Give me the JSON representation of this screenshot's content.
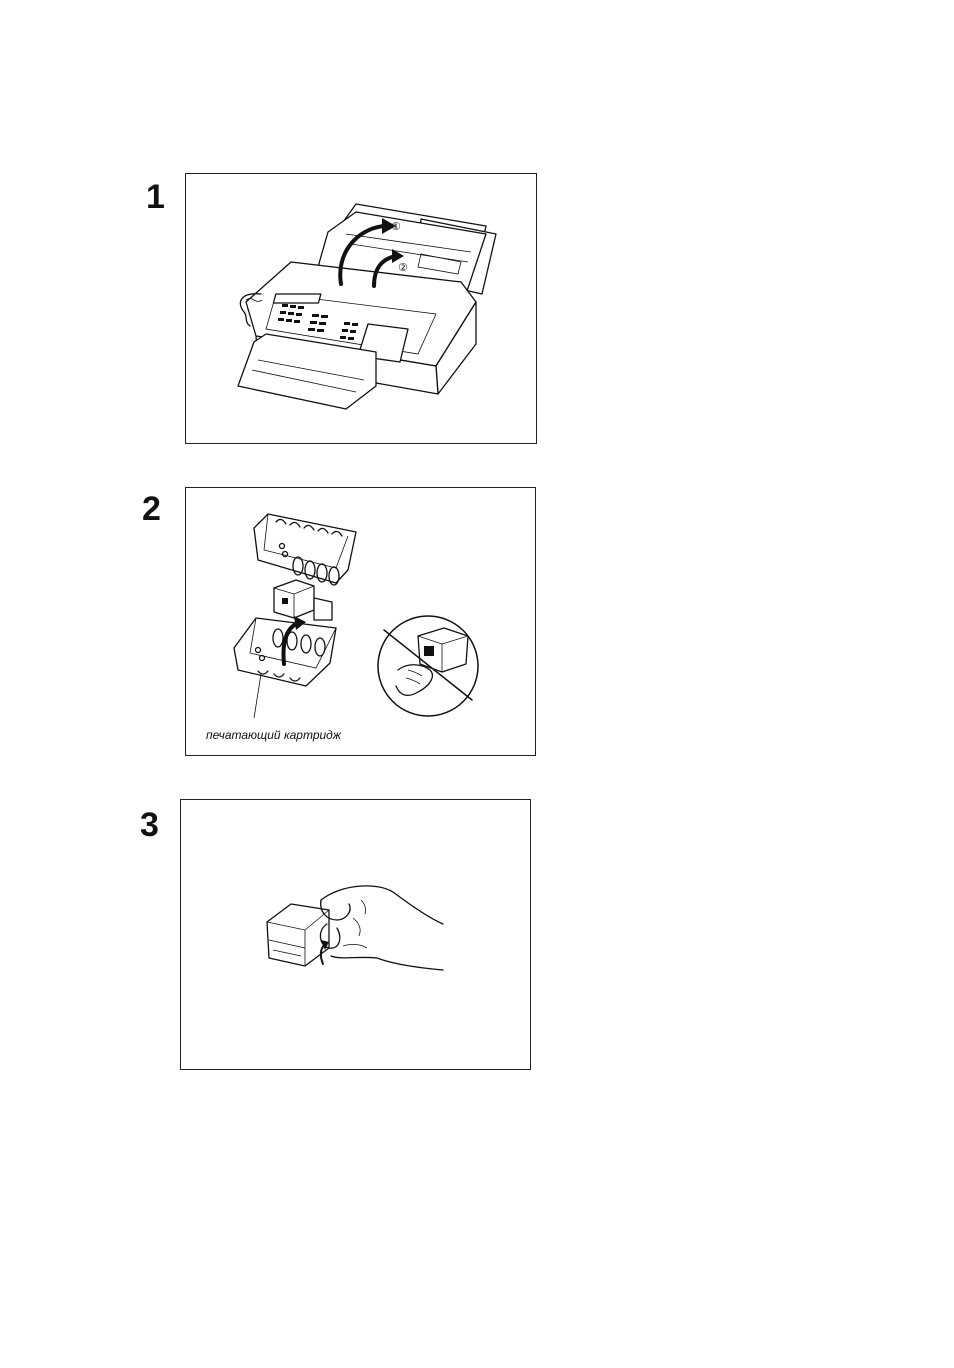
{
  "steps": [
    {
      "number": "1",
      "markers": [
        "①",
        "②"
      ]
    },
    {
      "number": "2",
      "caption": "печатающий картридж"
    },
    {
      "number": "3"
    }
  ]
}
